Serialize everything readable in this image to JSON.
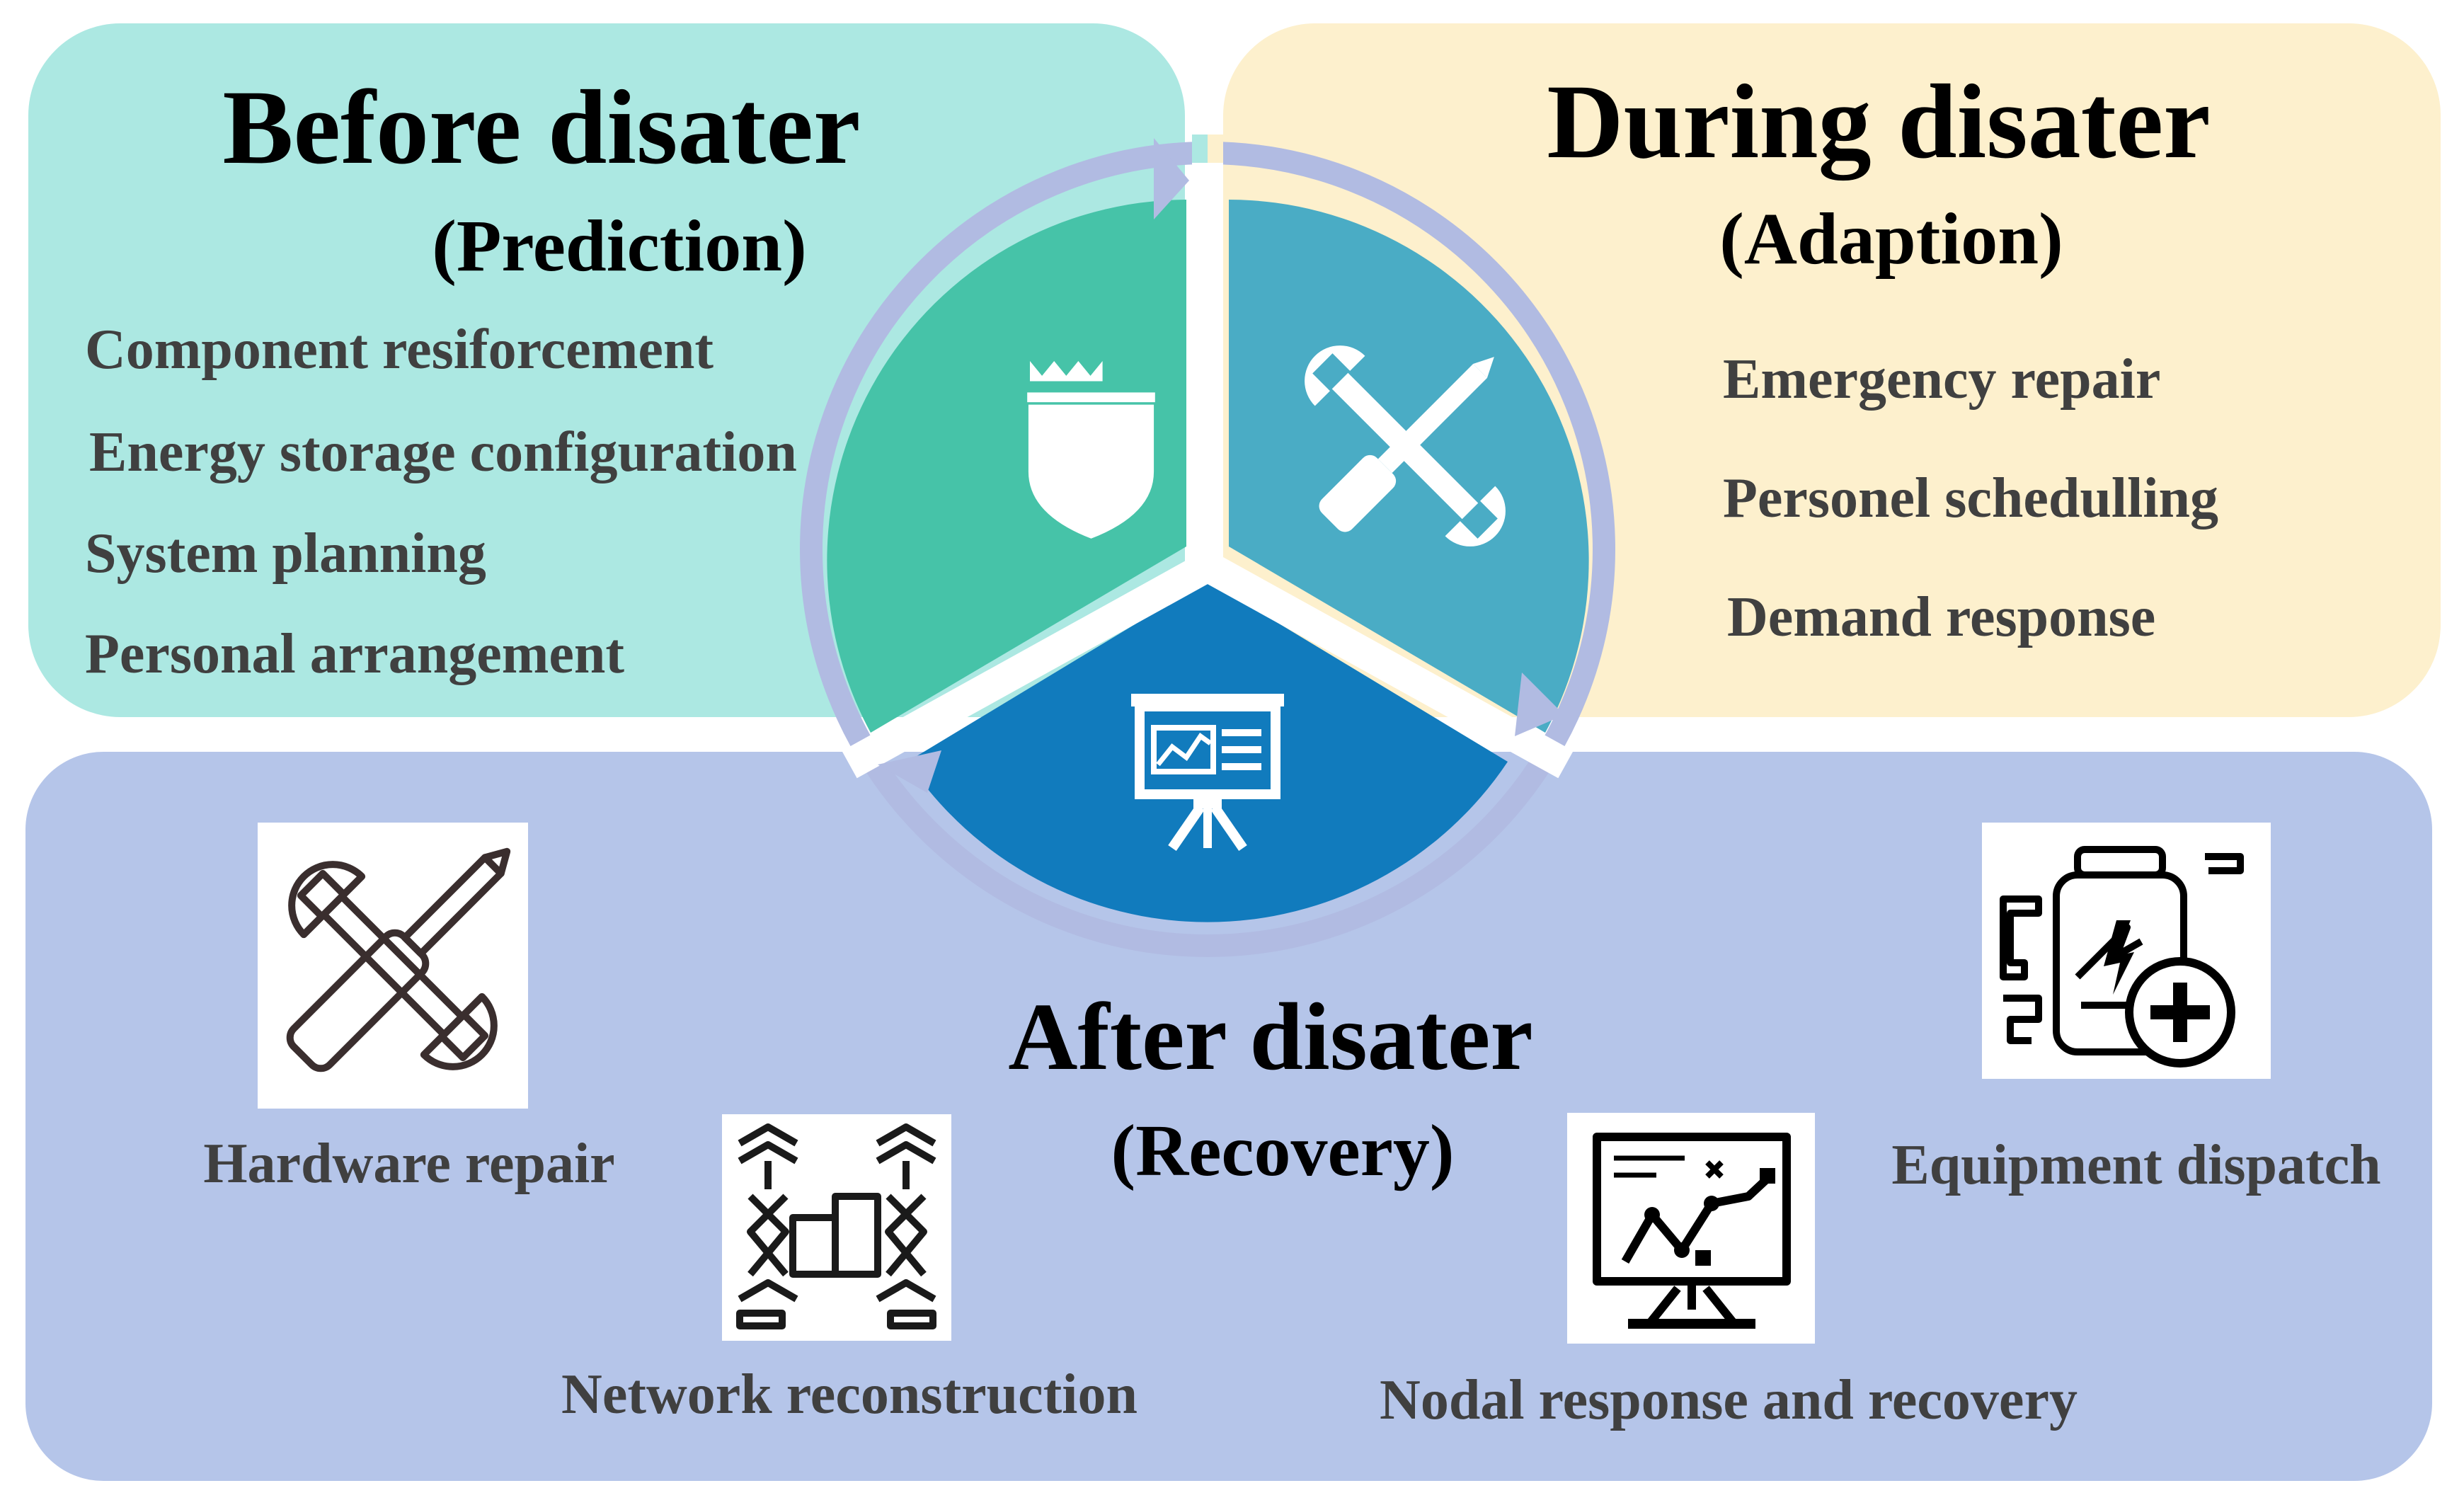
{
  "before": {
    "title": "Before disater",
    "subtitle": "(Prediction)",
    "items": [
      "Component resiforcement",
      "Energy storage configuration",
      "System planning",
      "Personal arrangement"
    ],
    "icon": "shield-icon"
  },
  "during": {
    "title": "During disater",
    "subtitle": "(Adaption)",
    "items": [
      "Emergency repair",
      "Personel schedulling",
      "Demand response"
    ],
    "icon": "wrench-screwdriver-icon"
  },
  "after": {
    "title": "After disater",
    "subtitle": "(Recovery)",
    "icon": "presentation-board-icon",
    "actions": [
      {
        "label": "Hardware repair",
        "icon": "tools-icon"
      },
      {
        "label": "Network reconstruction",
        "icon": "network-icon"
      },
      {
        "label": "Nodal response and recovery",
        "icon": "strategy-board-icon"
      },
      {
        "label": "Equipment dispatch",
        "icon": "battery-plus-icon"
      }
    ]
  },
  "colors": {
    "before_panel": "#ace8e2",
    "during_panel": "#fdf0cd",
    "after_panel": "#b5c5e9",
    "before_sector": "#46c3a8",
    "during_sector": "#4aacc5",
    "after_sector": "#117bbd",
    "ring": "#b1bbe2",
    "text": "#404040",
    "title": "#000000"
  }
}
